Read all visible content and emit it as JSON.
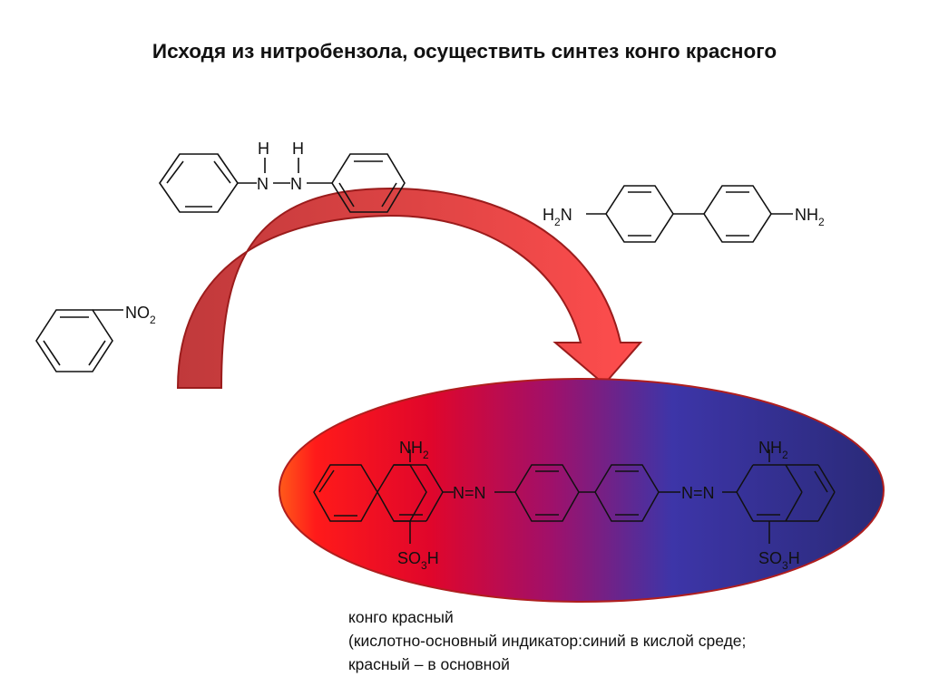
{
  "title": "Исходя из нитробензола, осуществить синтез конго красного",
  "hydrazobenzene": {
    "h1": "H",
    "h2": "H",
    "n1": "N",
    "n2": "N"
  },
  "nitrobenzene": {
    "no": "NO",
    "sub": "2"
  },
  "benzidine": {
    "h2n_h": "H",
    "h2n_sub": "2",
    "h2n_n": "N",
    "nh2_nh": "NH",
    "nh2_sub": "2"
  },
  "congo_red": {
    "left_amine": "NH",
    "left_amine_sub": "2",
    "right_amine": "NH",
    "right_amine_sub": "2",
    "azo_left": "N=N",
    "azo_right": "N=N",
    "left_sulfo_a": "SO",
    "left_sulfo_sub": "3",
    "left_sulfo_b": "H",
    "right_sulfo_a": "SO",
    "right_sulfo_sub": "3",
    "right_sulfo_b": "H"
  },
  "caption": {
    "line1": "конго красный",
    "line2": "(кислотно-основный индикатор:синий в кислой среде;",
    "line3": "красный – в основной"
  },
  "colors": {
    "arrow_left": "#c0393b",
    "arrow_right": "#ff4a4a",
    "arrow_outline": "#9b1c1c",
    "ellipse_red": "#ff1a1a",
    "ellipse_magenta": "#b5005f",
    "ellipse_blue": "#2b35a0",
    "ellipse_outline": "#b01e1e"
  }
}
